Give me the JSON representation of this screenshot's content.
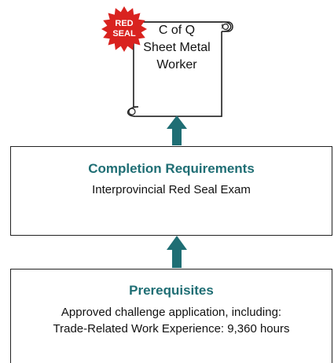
{
  "certificate": {
    "line1": "C of Q",
    "line2": "Sheet Metal",
    "line3": "Worker"
  },
  "seal": {
    "line1": "RED",
    "line2": "SEAL"
  },
  "completion": {
    "title": "Completion Requirements",
    "text": "Interprovincial Red Seal Exam"
  },
  "prerequisites": {
    "title": "Prerequisites",
    "line1": "Approved challenge application, including:",
    "line2": "Trade-Related Work Experience: 9,360 hours"
  },
  "colors": {
    "accent": "#1f6e74",
    "seal_red": "#d9231f",
    "border": "#222222"
  }
}
